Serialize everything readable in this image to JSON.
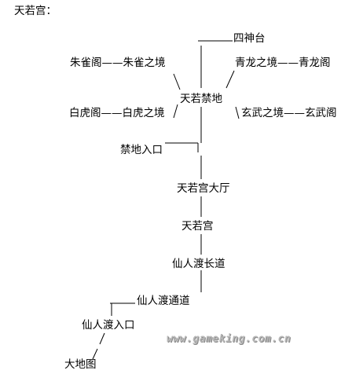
{
  "title": "天若宫：",
  "nodes": {
    "sishentai": "四神台",
    "zhuque_ge": "朱雀阁——朱雀之境",
    "qinglong_jing": "青龙之境——青龙阁",
    "tianruo_jindi": "天若禁地",
    "baihu_ge": "白虎阁——白虎之境",
    "xuanwu_jing": "玄武之境——玄武阁",
    "jindi_rukou": "禁地入口",
    "tianruogong_dating": "天若宫大厅",
    "tianruogong": "天若宫",
    "xianrendu_changdao": "仙人渡长道",
    "xianrendu_tongdao": "仙人渡通道",
    "xianrendu_rukou": "仙人渡入口",
    "dadi_tu": "大地图"
  },
  "watermark": "www.gameking.com.cn",
  "colors": {
    "line": "#000000",
    "text": "#000000",
    "watermark": "#b8b8b8"
  }
}
